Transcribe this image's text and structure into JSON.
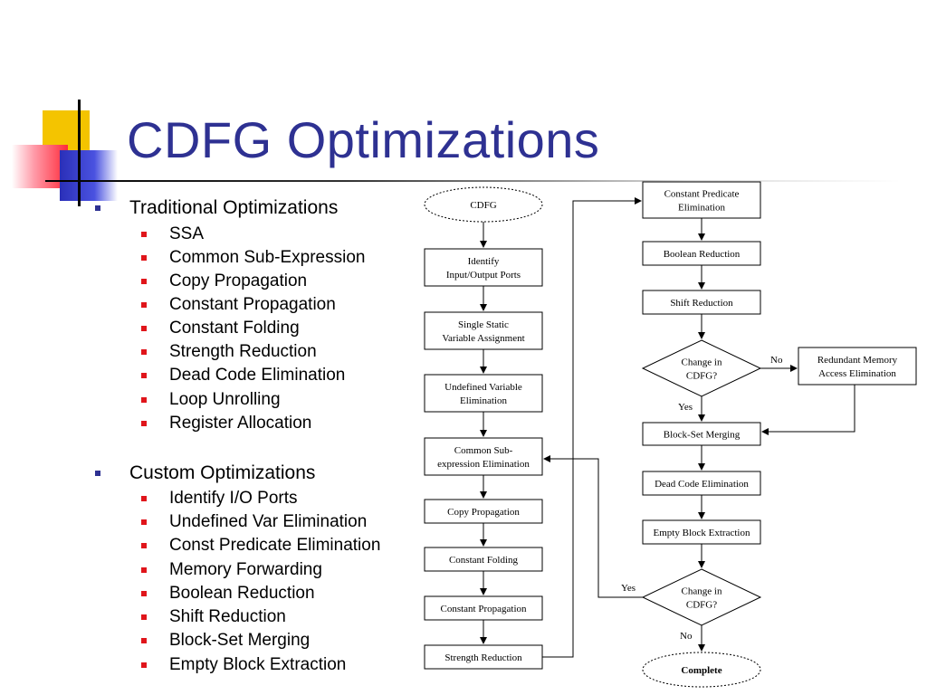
{
  "slide": {
    "title": "CDFG Optimizations"
  },
  "traditional": {
    "heading": "Traditional Optimizations",
    "items": [
      "SSA",
      "Common Sub-Expression",
      "Copy Propagation",
      "Constant Propagation",
      "Constant Folding",
      "Strength Reduction",
      "Dead Code Elimination",
      "Loop Unrolling",
      "Register Allocation"
    ]
  },
  "custom": {
    "heading": "Custom Optimizations",
    "items": [
      "Identify I/O Ports",
      "Undefined Var Elimination",
      "Const Predicate Elimination",
      "Memory Forwarding",
      "Boolean Reduction",
      "Shift Reduction",
      "Block-Set Merging",
      "Empty Block Extraction"
    ]
  },
  "flowchart": {
    "start": "CDFG",
    "left_column": [
      [
        "Identify",
        "Input/Output Ports"
      ],
      [
        "Single Static",
        "Variable Assignment"
      ],
      [
        "Undefined Variable",
        "Elimination"
      ],
      [
        "Common Sub-",
        "expression Elimination"
      ],
      [
        "Copy Propagation"
      ],
      [
        "Constant Folding"
      ],
      [
        "Constant Propagation"
      ],
      [
        "Strength Reduction"
      ]
    ],
    "right_column": [
      [
        "Constant Predicate",
        "Elimination"
      ],
      [
        "Boolean Reduction"
      ],
      [
        "Shift Reduction"
      ]
    ],
    "decision1": [
      "Change in",
      "CDFG?"
    ],
    "side_box": [
      "Redundant Memory",
      "Access Elimination"
    ],
    "right_lower": [
      [
        "Block-Set Merging"
      ],
      [
        "Dead Code Elimination"
      ],
      [
        "Empty Block Extraction"
      ]
    ],
    "decision2": [
      "Change in",
      "CDFG?"
    ],
    "end": "Complete",
    "labels": {
      "d1_no": "No",
      "d1_yes": "Yes",
      "d2_yes": "Yes",
      "d2_no": "No"
    }
  }
}
